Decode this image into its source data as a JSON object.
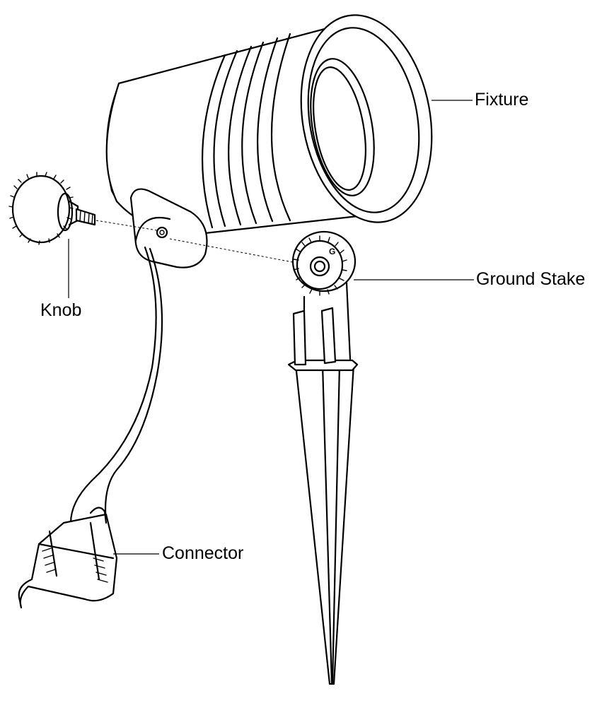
{
  "labels": {
    "fixture": "Fixture",
    "ground_stake": "Ground Stake",
    "knob": "Knob",
    "connector": "Connector"
  },
  "colors": {
    "line": "#000000",
    "background": "#ffffff"
  },
  "icons": {
    "ground_marking": "G"
  }
}
